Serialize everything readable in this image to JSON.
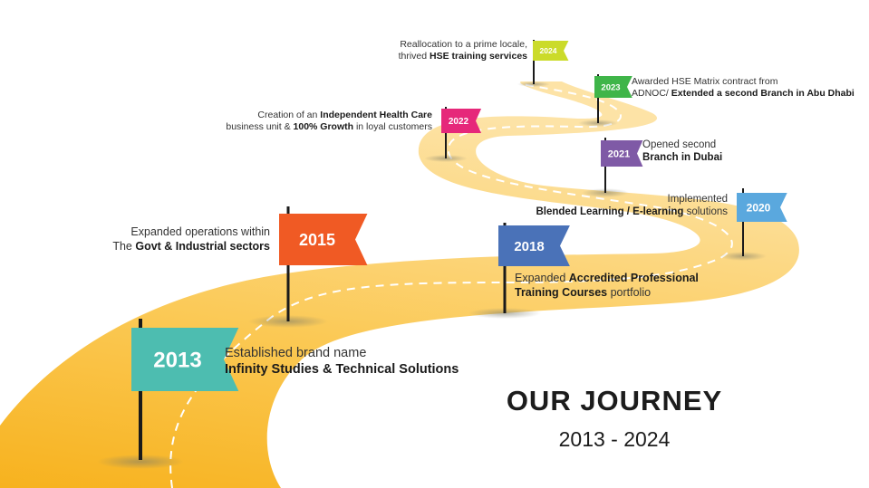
{
  "title": "OUR JOURNEY",
  "subtitle": "2013 - 2024",
  "milestones": [
    {
      "year": "2013",
      "color": "#4dbdb0",
      "line1": "Established brand name",
      "line2": "Infinity Studies & Technical Solutions"
    },
    {
      "year": "2015",
      "color": "#f05a24",
      "line1": "Expanded operations within",
      "line2_pre": "The ",
      "line2_bold": "Govt & Industrial sectors"
    },
    {
      "year": "2018",
      "color": "#4a72b8",
      "line1_pre": "Expanded ",
      "line1_bold": "Accredited Professional",
      "line2_bold": "Training Courses",
      "line2_post": " portfolio"
    },
    {
      "year": "2020",
      "color": "#5aa8de",
      "line1": "Implemented",
      "line2_bold": "Blended Learning / E-learning",
      "line2_post": " solutions"
    },
    {
      "year": "2021",
      "color": "#7f5aa6",
      "line1": "Opened second",
      "line2_bold": "Branch in Dubai"
    },
    {
      "year": "2022",
      "color": "#e6287a",
      "line1_pre": "Creation of an ",
      "line1_bold": "Independent Health Care",
      "line2_pre": "business unit & ",
      "line2_bold": "100% Growth",
      "line2_post": " in loyal customers"
    },
    {
      "year": "2023",
      "color": "#3fb549",
      "line1": "Awarded HSE Matrix contract from",
      "line2_pre": "ADNOC/ ",
      "line2_bold": "Extended a second Branch in Abu Dhabi"
    },
    {
      "year": "2024",
      "color": "#cbdb2a",
      "line1": "Reallocation to a prime locale,",
      "line2_pre": "thrived ",
      "line2_bold": "HSE training services"
    }
  ]
}
